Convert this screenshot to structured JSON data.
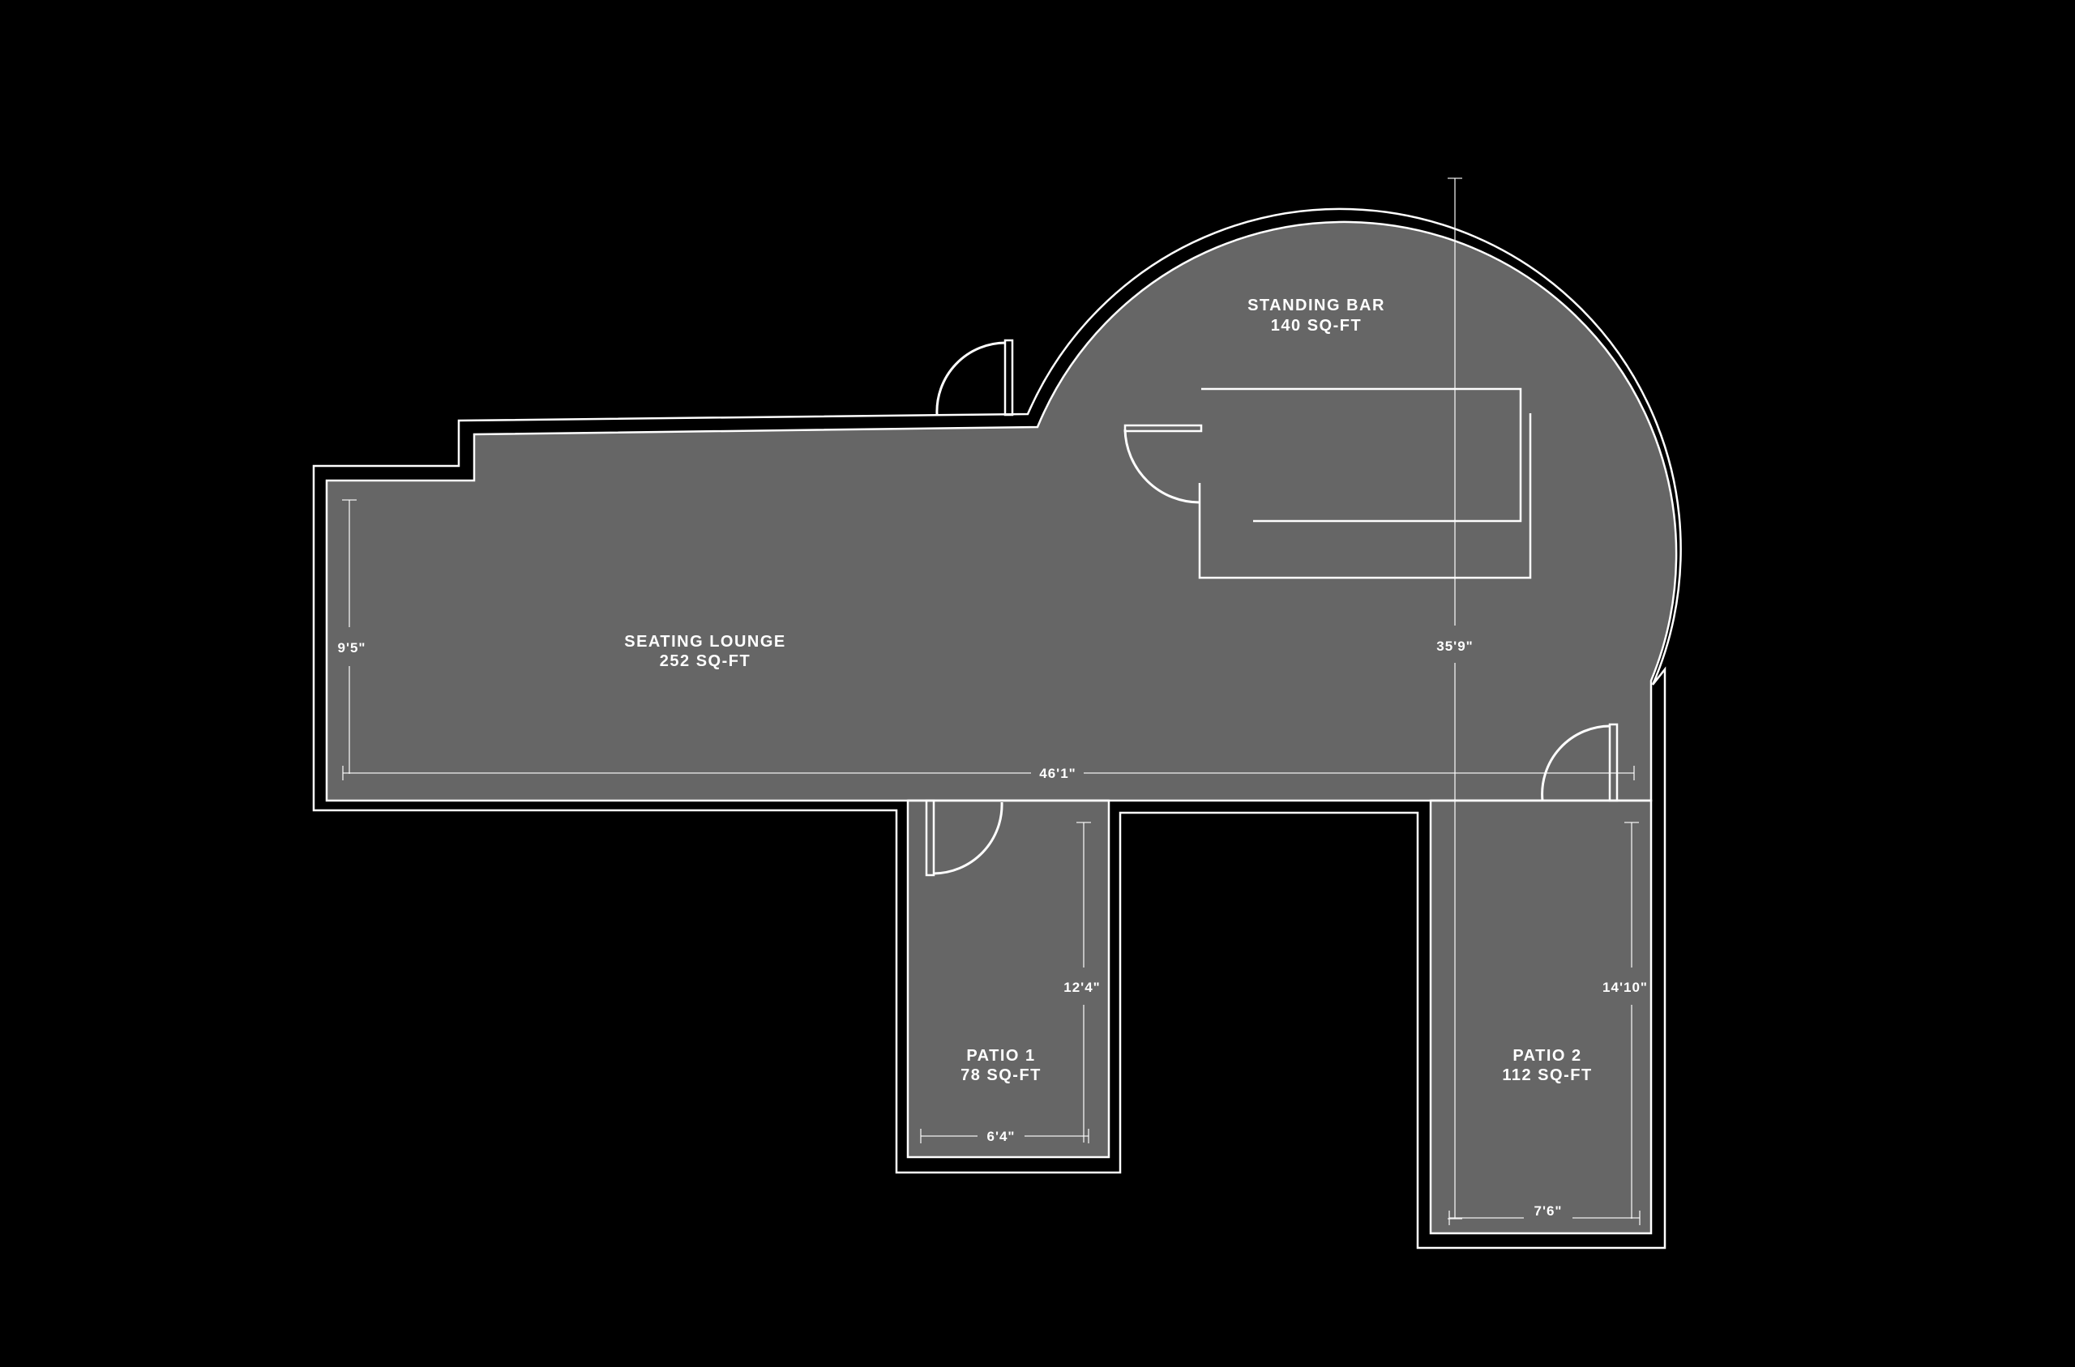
{
  "colors": {
    "background": "#000000",
    "floor": "#666666",
    "lines": "#ffffff"
  },
  "rooms": {
    "seating_lounge": {
      "name": "SEATING LOUNGE",
      "area": "252 SQ-FT"
    },
    "standing_bar": {
      "name": "STANDING BAR",
      "area": "140 SQ-FT"
    },
    "patio_1": {
      "name": "PATIO 1",
      "area": "78 SQ-FT"
    },
    "patio_2": {
      "name": "PATIO 2",
      "area": "112 SQ-FT"
    }
  },
  "dimensions": {
    "lounge_height": "9'5\"",
    "overall_width": "46'1\"",
    "bar_height": "35'9\"",
    "patio1_height": "12'4\"",
    "patio1_width": "6'4\"",
    "patio2_height": "14'10\"",
    "patio2_width": "7'6\""
  }
}
